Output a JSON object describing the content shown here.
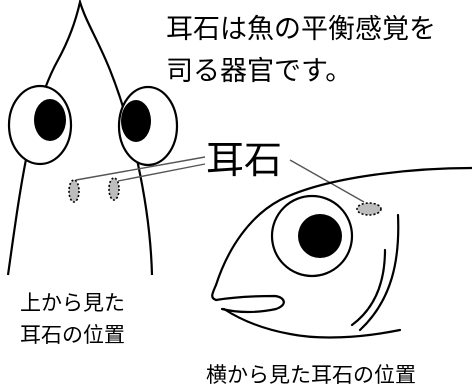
{
  "caption": {
    "line1": "耳石は魚の平衡感覚を",
    "line2": "司る器官です。"
  },
  "callout_label": "耳石",
  "top_view": {
    "label_line1": "上から見た",
    "label_line2": "耳石の位置"
  },
  "side_view": {
    "label": "横から見た耳石の位置"
  },
  "colors": {
    "line": "#000000",
    "eye_white": "#ffffff",
    "otolith_fill": "#bdbdbd",
    "leader_line": "#555555"
  }
}
